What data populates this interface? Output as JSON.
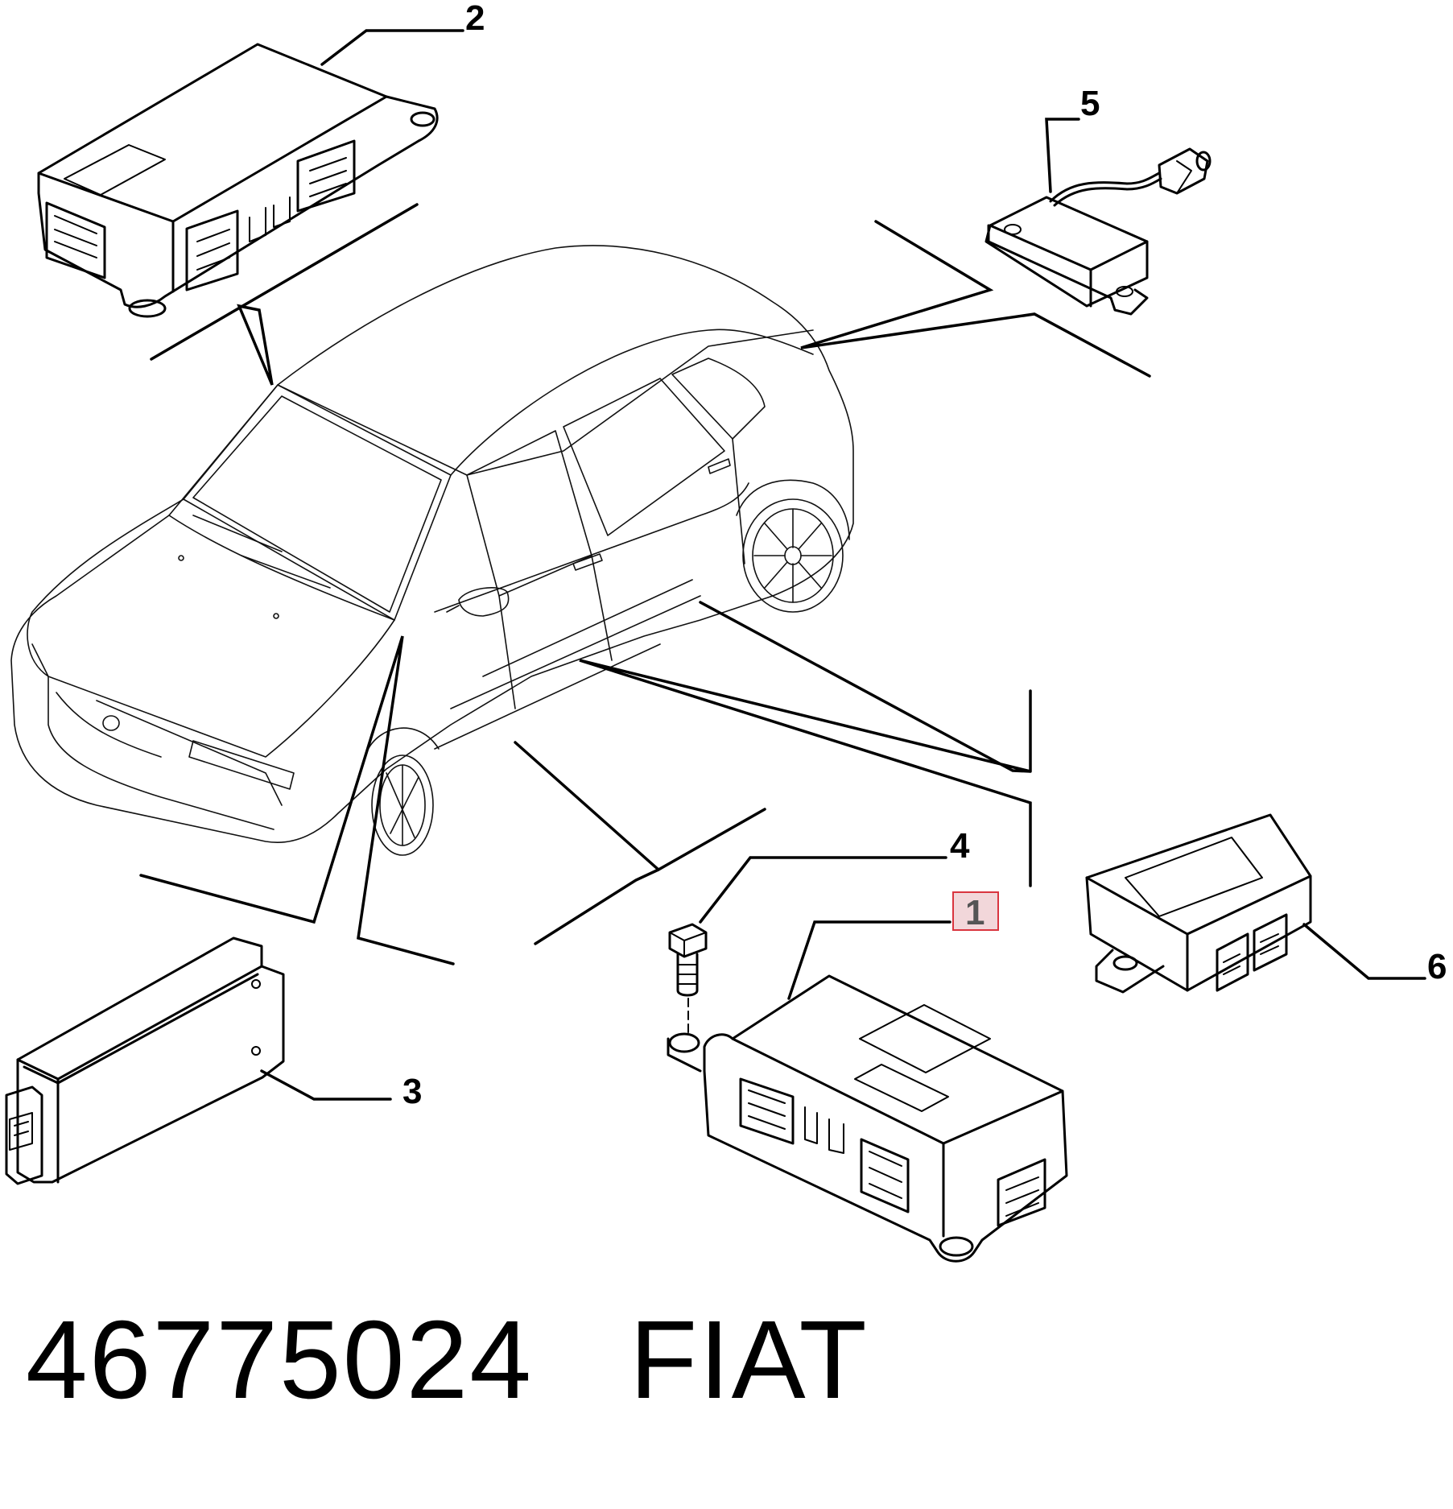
{
  "callouts": [
    {
      "id": "1",
      "label": "1",
      "highlighted": true
    },
    {
      "id": "2",
      "label": "2"
    },
    {
      "id": "3",
      "label": "3"
    },
    {
      "id": "4",
      "label": "4"
    },
    {
      "id": "5",
      "label": "5"
    },
    {
      "id": "6",
      "label": "6"
    }
  ],
  "caption": {
    "part_number": "46775024",
    "brand": "FIAT"
  },
  "colors": {
    "line": "#000000",
    "highlight_border": "#d9353f",
    "highlight_fill": "#f2d7da",
    "highlight_text": "#555555"
  }
}
